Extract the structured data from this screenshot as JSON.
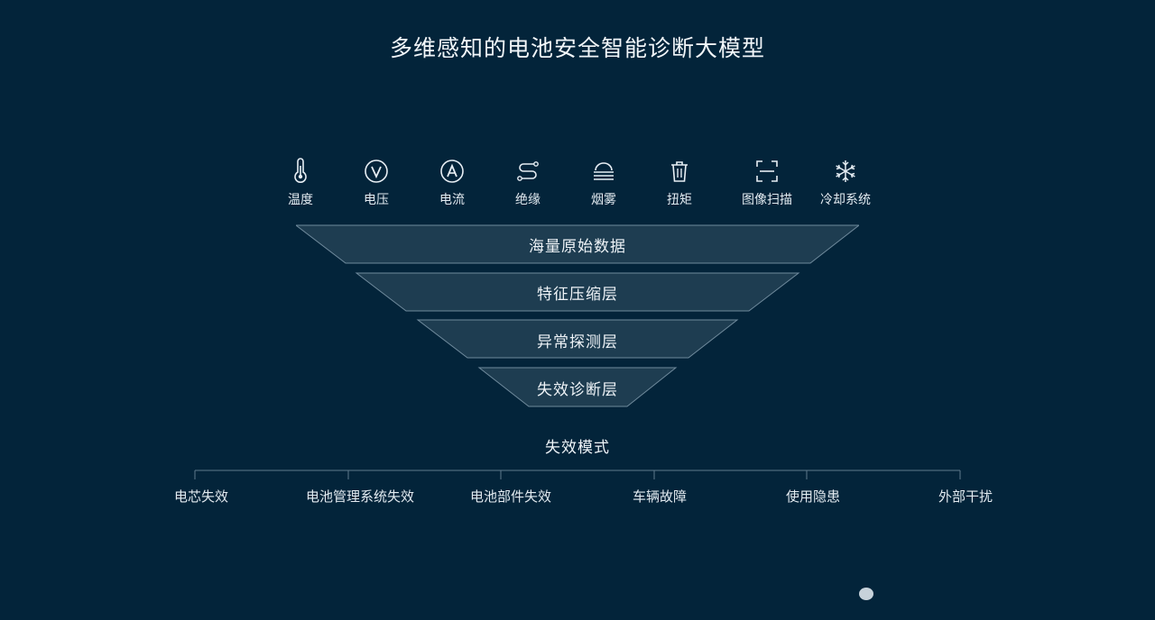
{
  "title": "多维感知的电池安全智能诊断大模型",
  "sensors": [
    {
      "label": "温度",
      "icon": "thermometer-icon"
    },
    {
      "label": "电压",
      "icon": "voltage-icon"
    },
    {
      "label": "电流",
      "icon": "current-icon"
    },
    {
      "label": "绝缘",
      "icon": "insulation-icon"
    },
    {
      "label": "烟雾",
      "icon": "smoke-icon"
    },
    {
      "label": "扭矩",
      "icon": "torque-icon"
    },
    {
      "label": "图像扫描",
      "icon": "scan-icon"
    },
    {
      "label": "冷却系统",
      "icon": "snowflake-icon"
    }
  ],
  "funnel_layers": [
    "海量原始数据",
    "特征压缩层",
    "异常探测层",
    "失效诊断层"
  ],
  "failure_modes": {
    "title": "失效模式",
    "items": [
      "电芯失效",
      "电池管理系统失效",
      "电池部件失效",
      "车辆故障",
      "使用隐患",
      "外部干扰"
    ]
  },
  "colors": {
    "background": "#03243a",
    "layer_fill": "#1e3d51",
    "layer_stroke": "#6f8a9c",
    "line": "#5f7a8c"
  }
}
